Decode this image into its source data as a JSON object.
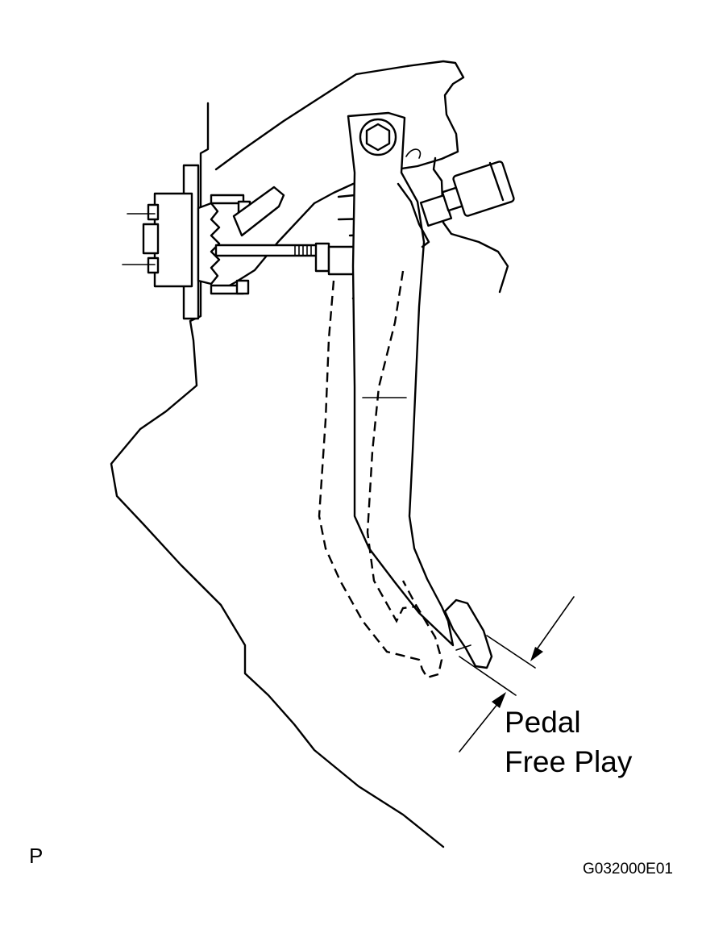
{
  "labels": {
    "callout_line1": "Pedal",
    "callout_line2": "Free Play",
    "corner_mark": "P",
    "figure_code": "G032000E01"
  }
}
